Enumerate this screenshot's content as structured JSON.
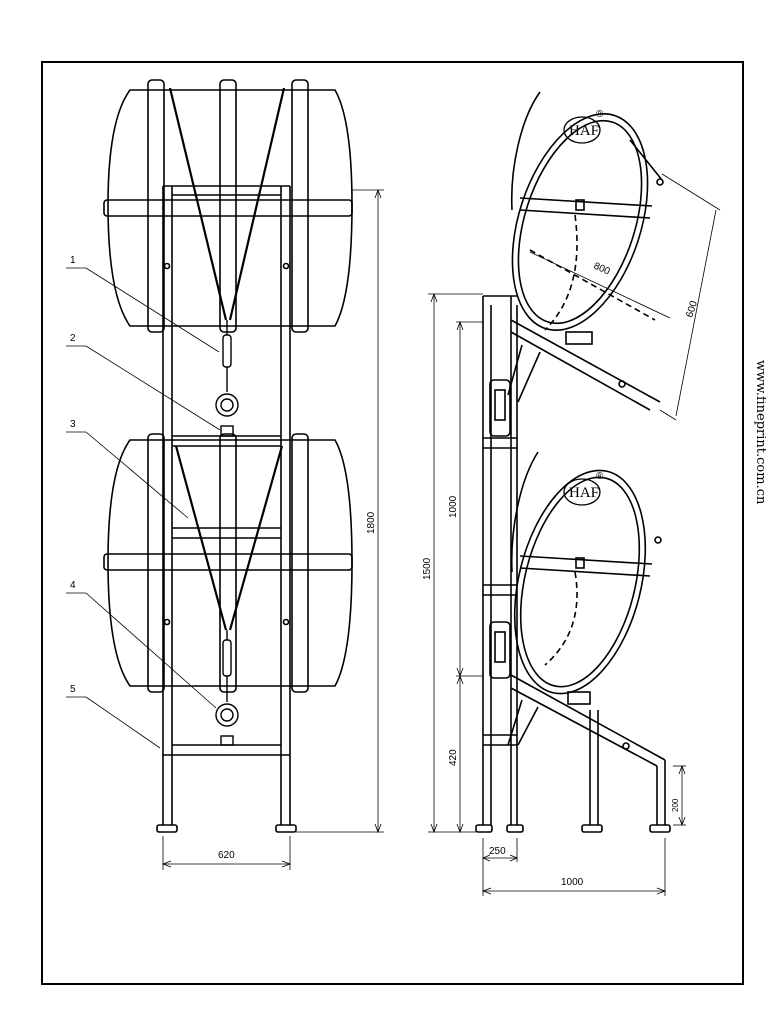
{
  "drawing": {
    "callout_numbers": [
      "1",
      "2",
      "3",
      "4",
      "5"
    ],
    "dimensions": {
      "overall_height": "1800",
      "base_width": "620",
      "side_height_upper": "1000",
      "side_height_total": "1500",
      "side_height_lower": "420",
      "foot_height": "200",
      "foot_spacing": "250",
      "side_depth": "1000",
      "drum_diameter": "800",
      "drum_length": "600"
    },
    "brand_mark": "HAF",
    "registered_mark": "®"
  },
  "watermark": {
    "url": "www.fineprint.com.cn"
  }
}
